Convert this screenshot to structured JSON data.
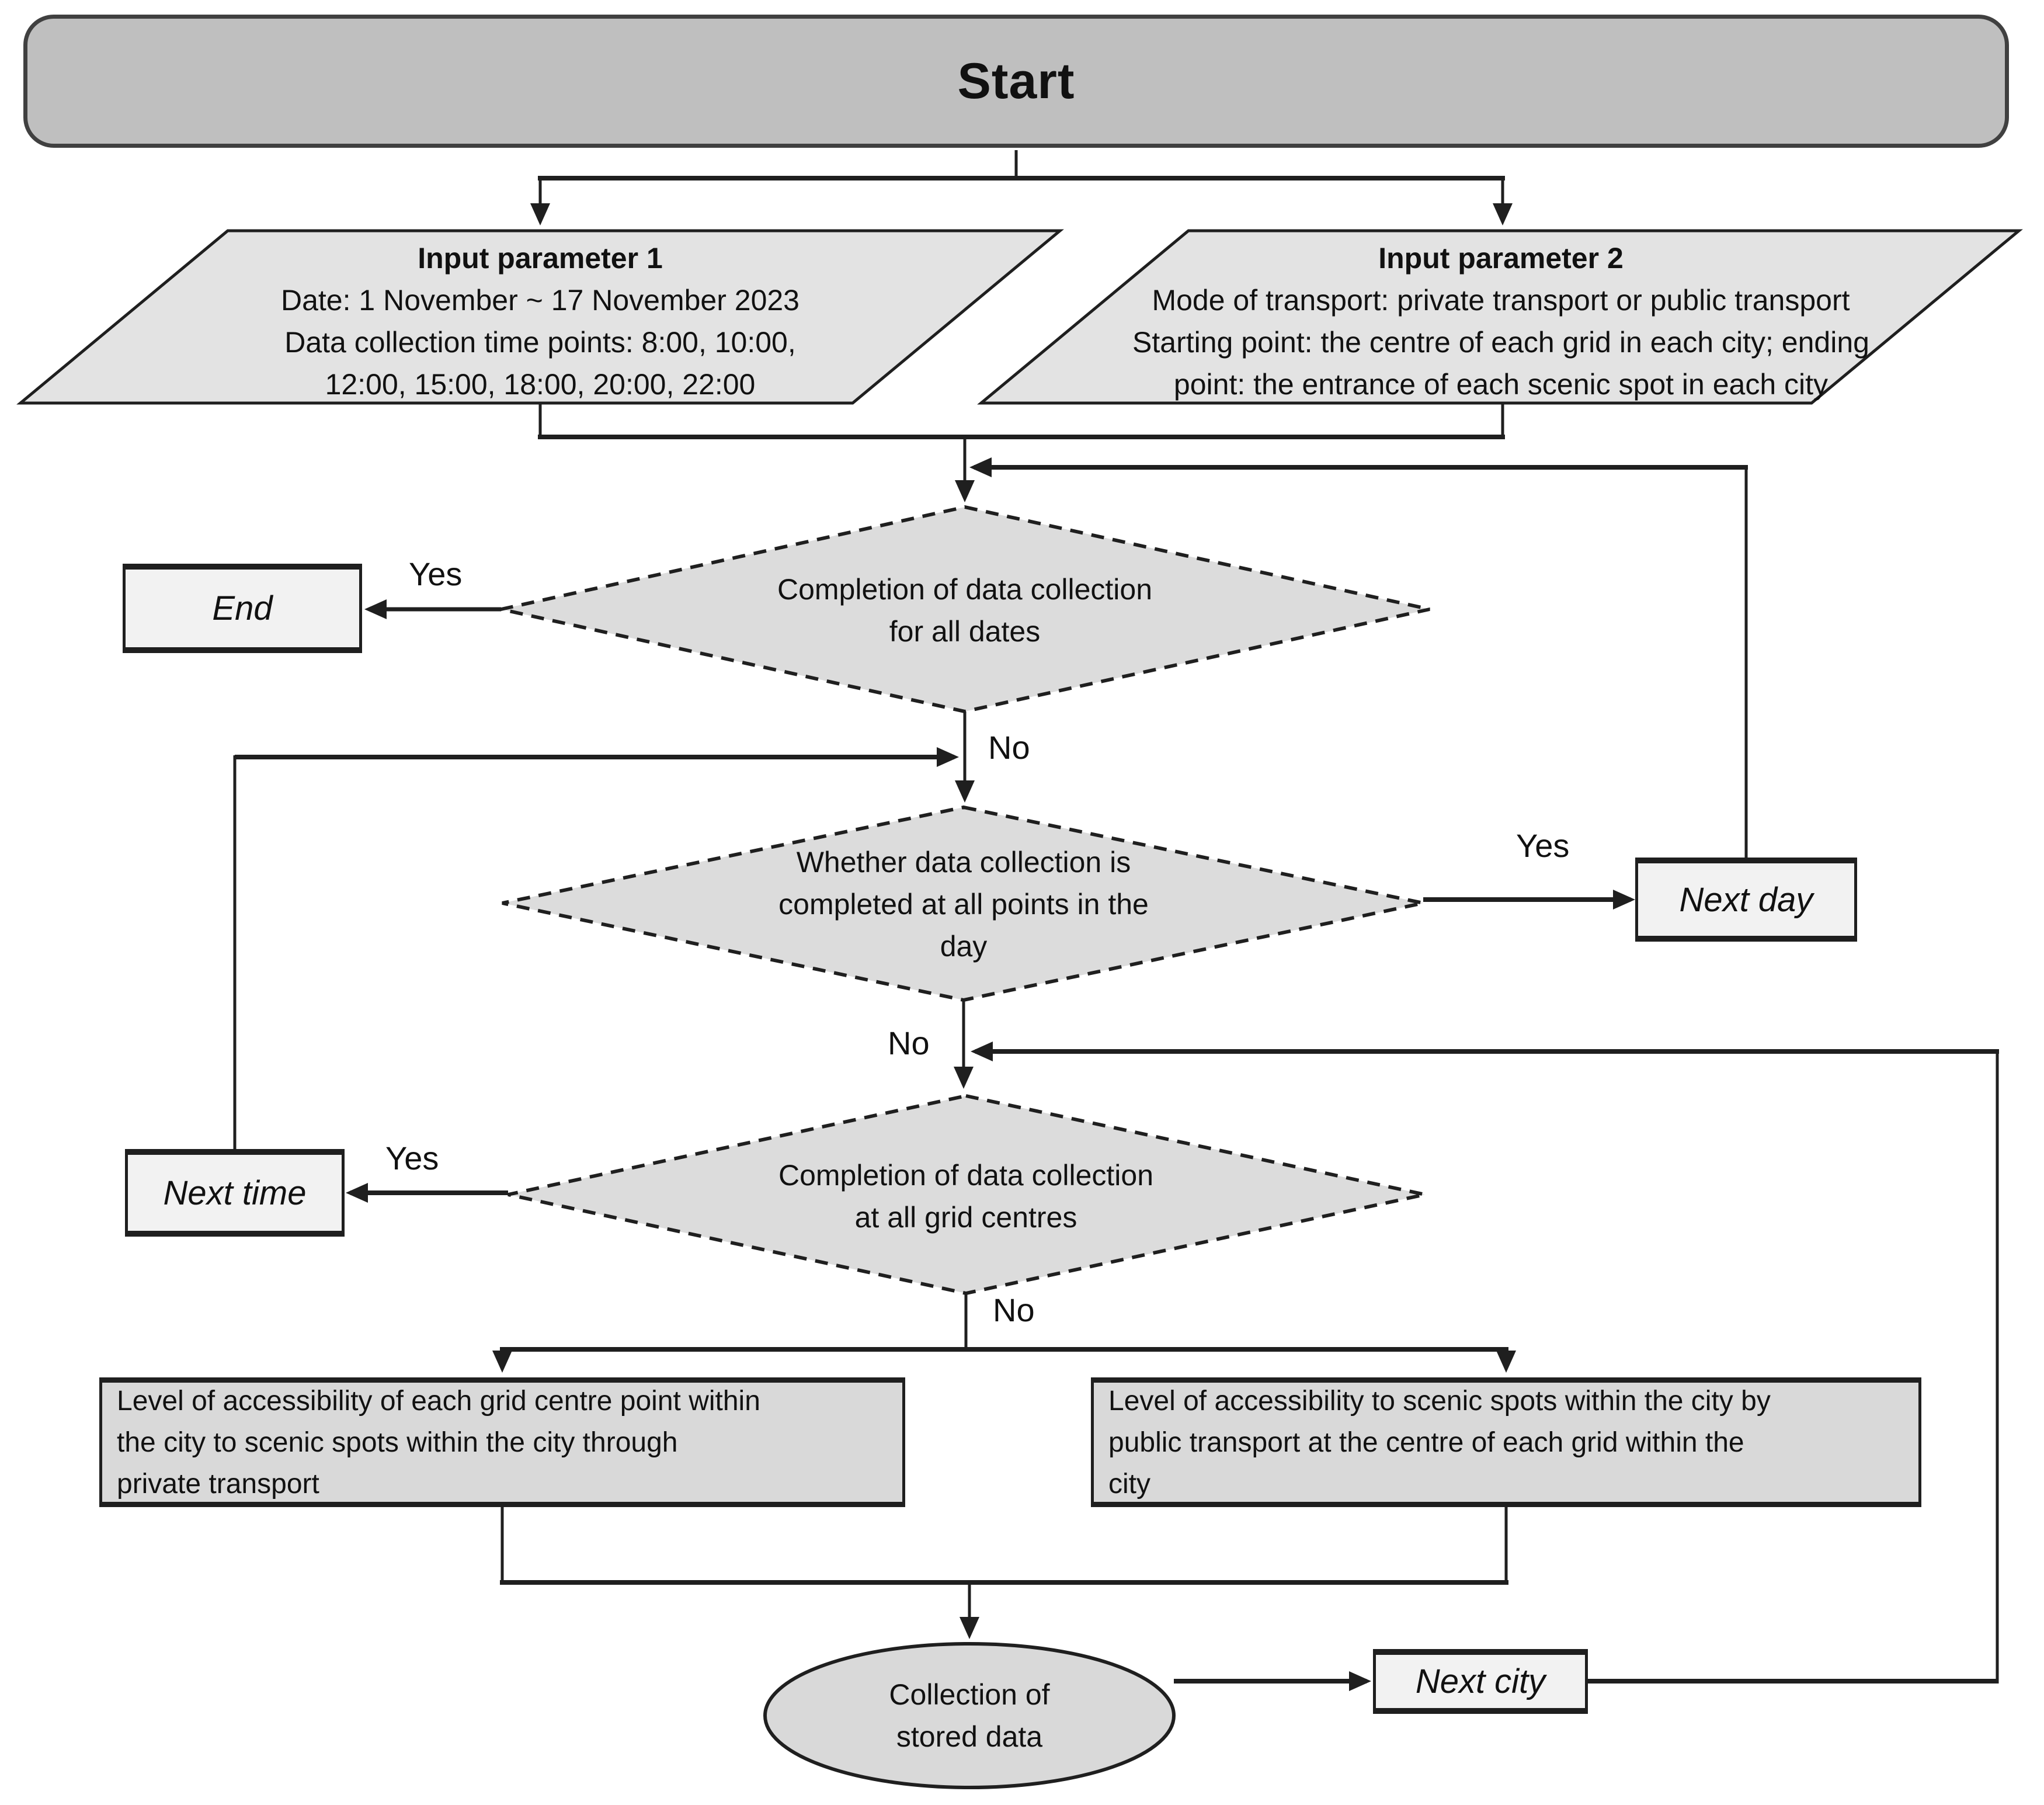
{
  "flow": {
    "start": {
      "label": "Start"
    },
    "input1": {
      "title": "Input parameter 1",
      "lines": [
        "Date: 1 November ~ 17 November 2023",
        "Data collection time points: 8:00, 10:00,",
        "12:00, 15:00, 18:00, 20:00, 22:00"
      ]
    },
    "input2": {
      "title": "Input parameter 2",
      "lines": [
        "Mode of transport: private transport or public transport",
        "Starting point: the centre of each grid in each city; ending",
        "point: the entrance of each scenic spot in each city"
      ]
    },
    "decision1": {
      "lines": [
        "Completion of data collection",
        "for all dates"
      ]
    },
    "decision2": {
      "lines": [
        "Whether data collection is",
        "completed at all points in the",
        "day"
      ]
    },
    "decision3": {
      "lines": [
        "Completion of data collection",
        "at all grid centres"
      ]
    },
    "terminals": {
      "end": "End",
      "next_day": "Next day",
      "next_time": "Next time",
      "next_city": "Next city"
    },
    "process_private": {
      "lines": [
        "Level of accessibility of each grid centre point within",
        "the city to scenic spots within the city through",
        "private transport"
      ]
    },
    "process_public": {
      "lines": [
        "Level of accessibility to scenic spots within the city by",
        "public transport at the centre of each grid within the",
        "city"
      ]
    },
    "storage": {
      "lines": [
        "Collection of",
        "stored data"
      ]
    },
    "edge_labels": {
      "yes_end": "Yes",
      "no_dates": "No",
      "yes_next_day": "Yes",
      "no_day": "No",
      "yes_next_time": "Yes",
      "no_grid": "No"
    },
    "colors": {
      "start_fill": "#bfbfbf",
      "start_border": "#404040",
      "input_fill": "#e3e3e3",
      "decision_fill": "#dcdcdc",
      "process_fill": "#d9d9d9",
      "terminal_fill": "#f2f2f2",
      "line": "#1f1f1f",
      "background": "#ffffff"
    }
  }
}
